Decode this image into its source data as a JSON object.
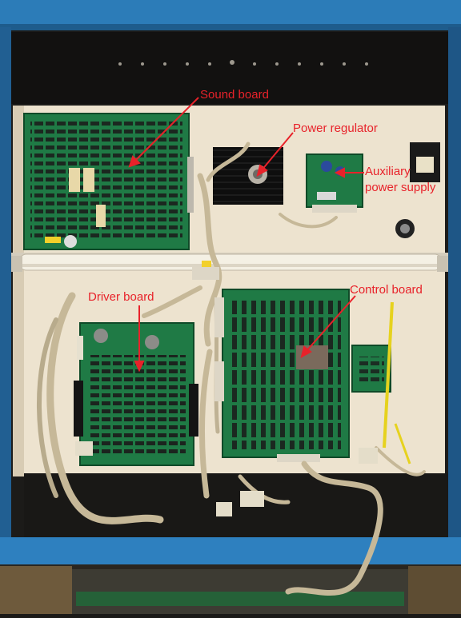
{
  "labels": {
    "sound_board": "Sound board",
    "power_regulator": "Power regulator",
    "auxiliary_power_supply_line1": "Auxiliary",
    "auxiliary_power_supply_line2": "power supply",
    "driver_board": "Driver board",
    "control_board": "Control board"
  },
  "colors": {
    "label_text": "#e8222a",
    "arrow": "#e8222a",
    "cabinet_blue": "#2c7cb8",
    "backboard": "#ede3cf",
    "pcb_green": "#1f7a45"
  }
}
